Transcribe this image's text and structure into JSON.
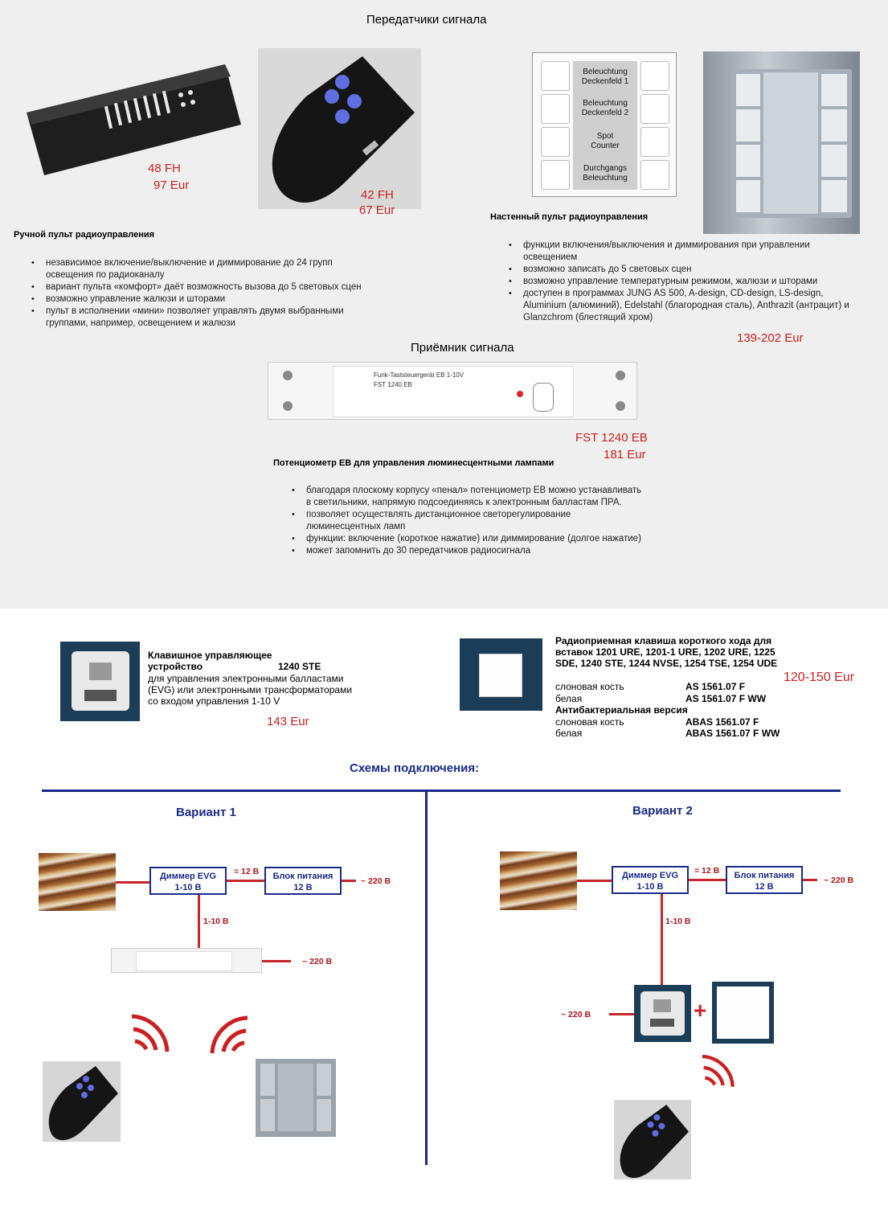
{
  "top": {
    "title": "Передатчики  сигнала",
    "handheld": {
      "heading": "Ручной пульт радиоуправления",
      "model1": "48 FH",
      "price1": "97 Eur",
      "model2": "42 FH",
      "price2": "67 Eur",
      "bullets": [
        "независимое включение/выключение и диммирование до 24 групп освещения по радиоканалу",
        "вариант пульта «комфорт» даёт возможность вызова до 5 световых сцен",
        "возможно управление жалюзи и шторами",
        "пульт в исполнении «мини» позволяет управлять двумя выбранными группами, например, освещением и жалюзи"
      ]
    },
    "wall": {
      "heading": "Настенный пульт радиоуправления",
      "panel_labels": [
        "Beleuchtung Deckenfeld 1",
        "Beleuchtung Deckenfeld 2",
        "Spot Counter",
        "Durchgangs Beleuchtung"
      ],
      "price": "139-202 Eur",
      "bullets": [
        "функции включения/выключения и диммирования при управлении освещением",
        "возможно записать до 5 световых сцен",
        "возможно управление температурным режимом, жалюзи и шторами",
        "доступен в программах JUNG AS 500, A-design, CD-design, LS-design, Aluminium (алюминий), Edelstahl (благородная сталь), Anthrazit (антрацит) и Glanzchrom (блестящий хром)"
      ]
    },
    "receiver": {
      "title": "Приёмник  сигнала",
      "device_label": "Funk-Taststeuergerät EB 1-10V",
      "device_model": "FST 1240 EB",
      "model": "FST 1240 EB",
      "price": "181 Eur",
      "heading": "Потенциометр ЕВ для управления люминесцентными лампами",
      "bullets": [
        "благодаря плоскому корпусу «пенал» потенциометр ЕВ можно устанавливать в светильники, напрямую подсоединяясь к электронным балластам ПРА.",
        "позволяет осуществлять дистанционное светорегулирование люминесцентных ламп",
        "функции: включение (короткое нажатие) или диммирование (долгое нажатие)",
        "может запомнить до 30 передатчиков радиосигнала"
      ]
    }
  },
  "middle": {
    "ste": {
      "title": "Клавишное управляющее",
      "title2": "устройство",
      "code": "1240 STE",
      "desc": "для управления электронными балластами (EVG) или электронными трансформаторами со входом управления 1-10 V",
      "price": "143 Eur"
    },
    "key": {
      "title": "Радиоприемная клавиша короткого хода для вставок 1201 URE, 1201-1 URE, 1202 URE, 1225 SDE, 1240 STE, 1244 NVSE, 1254 TSE, 1254 UDE",
      "rows": [
        {
          "label": "слоновая кость",
          "code": "AS 1561.07 F"
        },
        {
          "label": "белая",
          "code": "AS 1561.07 F WW"
        }
      ],
      "anti": "Антибактериальная версия",
      "rows2": [
        {
          "label": "слоновая кость",
          "code": "ABAS 1561.07 F"
        },
        {
          "label": "белая",
          "code": "ABAS 1561.07 F WW"
        }
      ],
      "price": "120-150 Eur"
    }
  },
  "schemes": {
    "title": "Схемы подключения:",
    "v1": {
      "title": "Вариант 1",
      "dimmer": "Диммер EVG",
      "dimmer2": "1-10 В",
      "psu": "Блок питания",
      "psu2": "12 В",
      "lbl_12": "= 12 В",
      "lbl_220": "~ 220 В",
      "lbl_110": "1-10 В",
      "lbl_220b": "~ 220 В"
    },
    "v2": {
      "title": "Вариант 2",
      "dimmer": "Диммер EVG",
      "dimmer2": "1-10 В",
      "psu": "Блок питания",
      "psu2": "12 В",
      "lbl_12": "= 12 В",
      "lbl_220": "~ 220 В",
      "lbl_110": "1-10 В",
      "lbl_220b": "~ 220 В",
      "plus": "+"
    }
  },
  "colors": {
    "price": "#cc1f1f",
    "scheme_blue": "#1a2a8a",
    "wire_red": "#c8252a"
  }
}
